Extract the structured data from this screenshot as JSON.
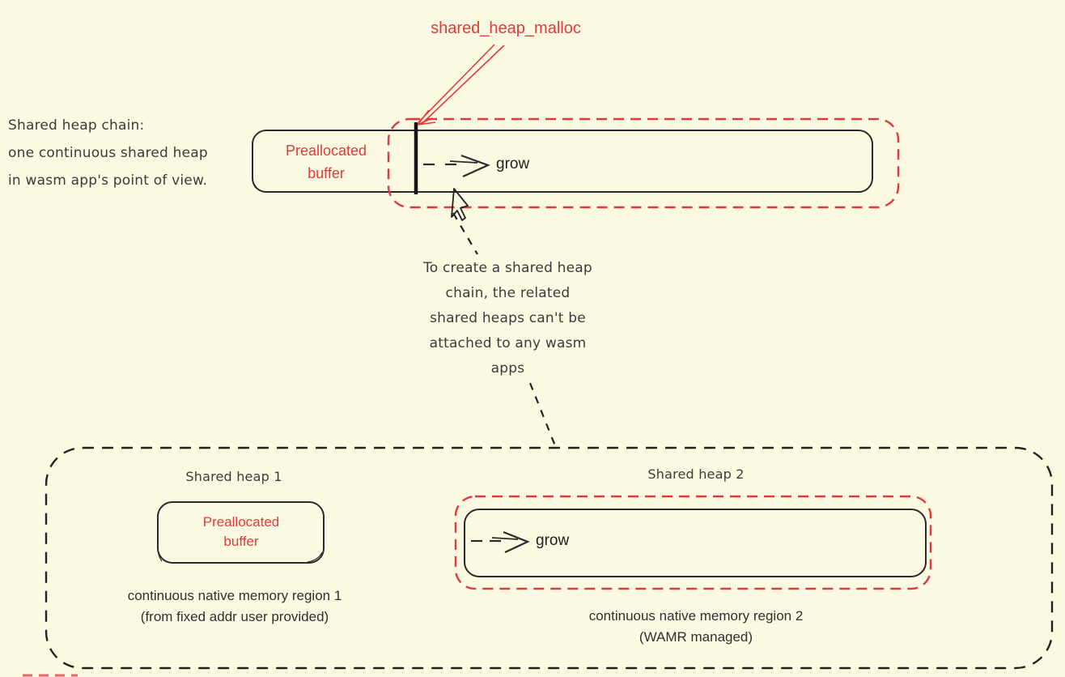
{
  "colors": {
    "background": "#FCF9E3",
    "accent_red": "#E03A3C",
    "text_dark": "#3B3B3B",
    "outline_black": "#222222"
  },
  "annotations": {
    "malloc_label": "shared_heap_malloc",
    "chain_note": {
      "lines": [
        "Shared heap chain:",
        "one continuous shared heap",
        "in wasm app's point of view."
      ]
    },
    "create_note": {
      "lines": [
        "To create a shared heap",
        "chain, the related",
        "shared heaps can't be",
        "attached to any wasm",
        "apps"
      ]
    }
  },
  "chain_bar": {
    "preallocated": {
      "lines": [
        "Preallocated",
        "buffer"
      ]
    },
    "grow_label": "grow"
  },
  "heap_group": {
    "heap1": {
      "title": "Shared heap 1",
      "buffer": {
        "lines": [
          "Preallocated",
          "buffer"
        ]
      },
      "caption": {
        "lines": [
          "continuous native memory region 1",
          "(from fixed addr user provided)"
        ]
      }
    },
    "heap2": {
      "title": "Shared heap 2",
      "grow_label": "grow",
      "caption": {
        "lines": [
          "continuous native memory region 2",
          "(WAMR managed)"
        ]
      }
    }
  }
}
